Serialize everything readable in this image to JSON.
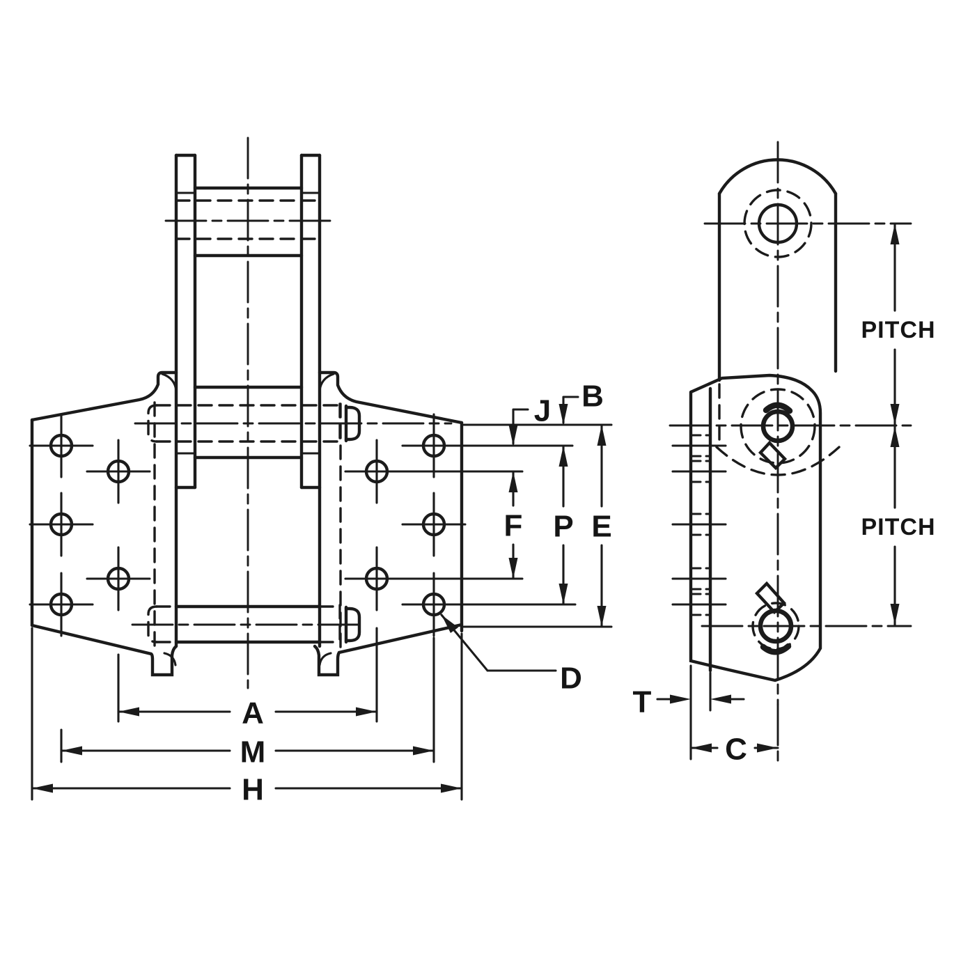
{
  "drawing": {
    "background": "#ffffff",
    "line_color": "#1b1b1b",
    "views": {
      "front_view": "chain attachment bracket - front view",
      "side_view": "chain attachment bracket - side view"
    }
  },
  "labels": {
    "a": "A",
    "m": "M",
    "h": "H",
    "f": "F",
    "p": "P",
    "e": "E",
    "j": "J",
    "b": "B",
    "d": "D",
    "t": "T",
    "c": "C",
    "pitch_upper": "PITCH",
    "pitch_lower": "PITCH"
  }
}
